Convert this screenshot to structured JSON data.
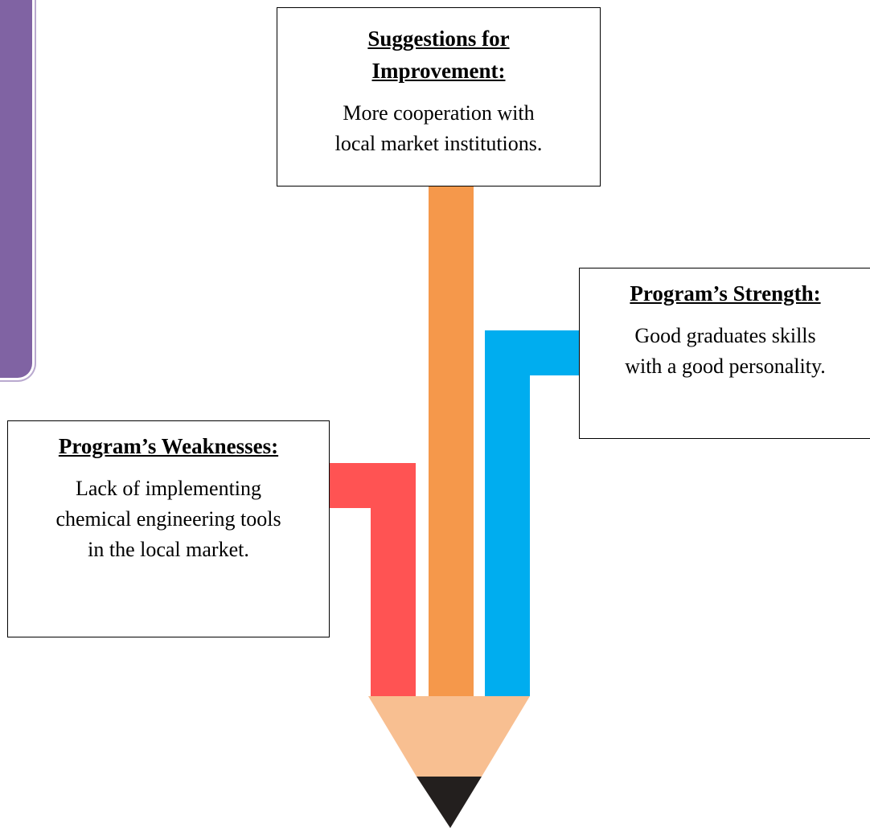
{
  "colors": {
    "purple_panel": "#8063a3",
    "orange_stripe": "#f5984b",
    "blue_stripe": "#00adef",
    "red_stripe": "#ff5353",
    "pencil_wood": "#f8bf91",
    "pencil_lead": "#231f1e"
  },
  "suggestions": {
    "title_line1": "Suggestions for",
    "title_line2": "Improvement:",
    "body_line1": "More cooperation with",
    "body_line2": "local market institutions."
  },
  "strength": {
    "title": "Program’s Strength:",
    "body_line1": "Good graduates skills",
    "body_line2": "with a good personality."
  },
  "weaknesses": {
    "title": "Program’s Weaknesses:",
    "body_line1": "Lack of implementing",
    "body_line2": "chemical engineering tools",
    "body_line3": "in the local market."
  }
}
